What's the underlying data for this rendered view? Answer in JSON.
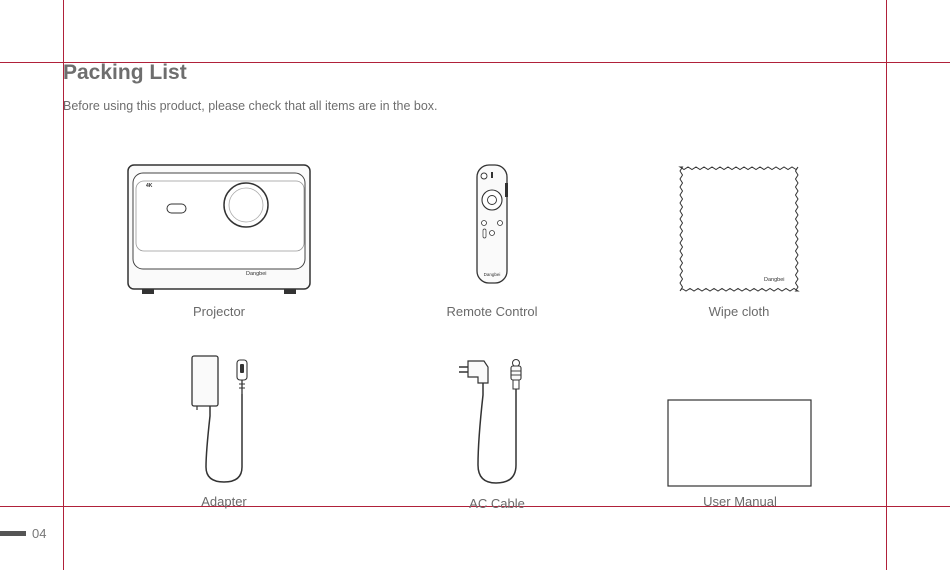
{
  "page": {
    "title": "Packing List",
    "subtitle": "Before using this product, please check that all items are in the box.",
    "page_number": "04"
  },
  "items": [
    {
      "label": "Projector",
      "icon": "projector-icon"
    },
    {
      "label": "Remote Control",
      "icon": "remote-control-icon"
    },
    {
      "label": "Wipe cloth",
      "icon": "wipe-cloth-icon"
    },
    {
      "label": "Adapter",
      "icon": "adapter-icon"
    },
    {
      "label": "AC Cable",
      "icon": "ac-cable-icon"
    },
    {
      "label": "User Manual",
      "icon": "user-manual-icon"
    }
  ],
  "brand": {
    "logo_text": "Dangbei",
    "badge_text": "4K"
  },
  "colors": {
    "guide_line": "#b0213a",
    "text": "#6e6e6e",
    "line_art": "#333333"
  }
}
